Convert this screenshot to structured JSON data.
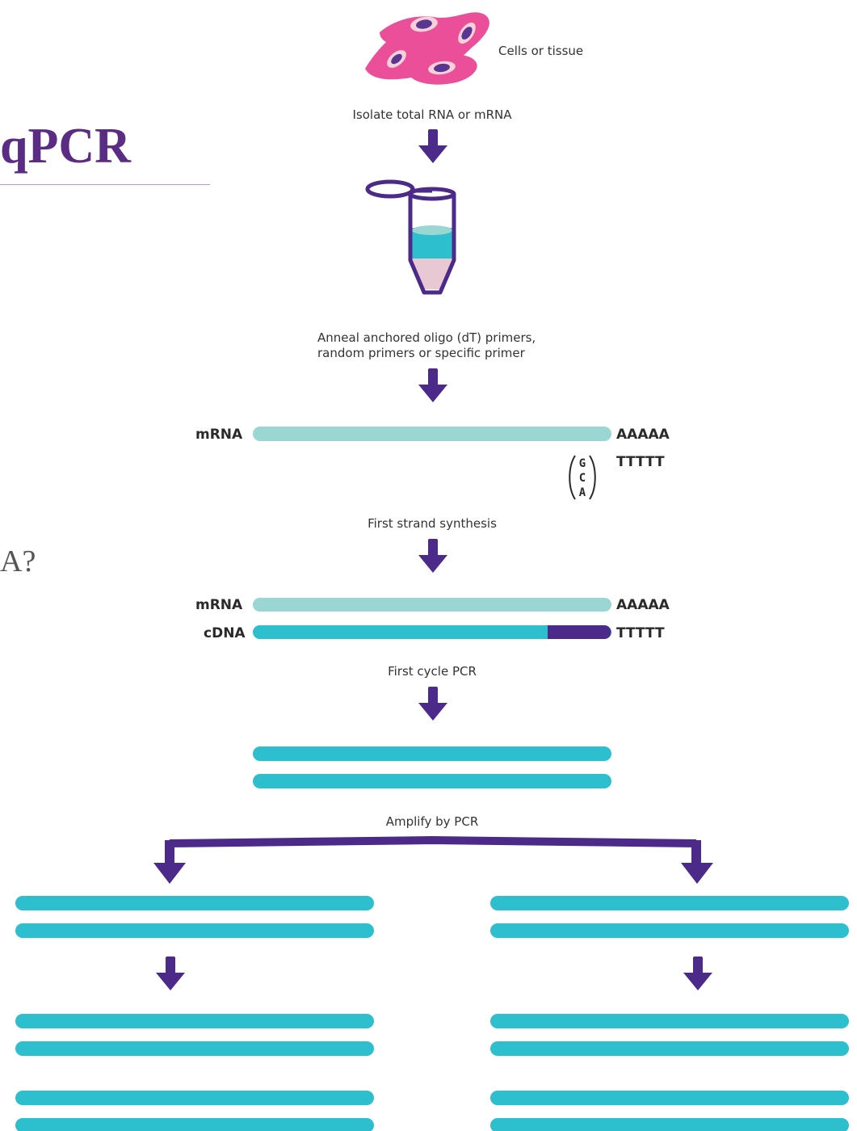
{
  "page": {
    "heading": "qPCR",
    "fragment": "A?"
  },
  "diagram": {
    "cells_label": "Cells or tissue",
    "step_isolate": "Isolate total RNA or mRNA",
    "step_anneal_line1": "Anneal anchored oligo (dT) primers,",
    "step_anneal_line2": "random primers or specific primer",
    "step_first_strand": "First strand synthesis",
    "step_first_cycle": "First cycle PCR",
    "step_amplify": "Amplify by PCR",
    "mrna_label": "mRNA",
    "cdna_label": "cDNA",
    "poly_a": "AAAAA",
    "oligo_dt": "TTTTT",
    "anchor_bases": [
      "G",
      "C",
      "A"
    ]
  },
  "colors": {
    "purple": "#5b2c83",
    "arrow_purple": "#4b2a8a",
    "mrna_teal": "#9ad6d2",
    "cdna_teal": "#2dbfcd",
    "cell_pink": "#ec4f9a",
    "cell_nucleus": "#5a3592",
    "cell_ring": "#f6d2d8",
    "tube_liquid": "#2dbfcd",
    "tube_bottom": "#e8c9d3"
  }
}
